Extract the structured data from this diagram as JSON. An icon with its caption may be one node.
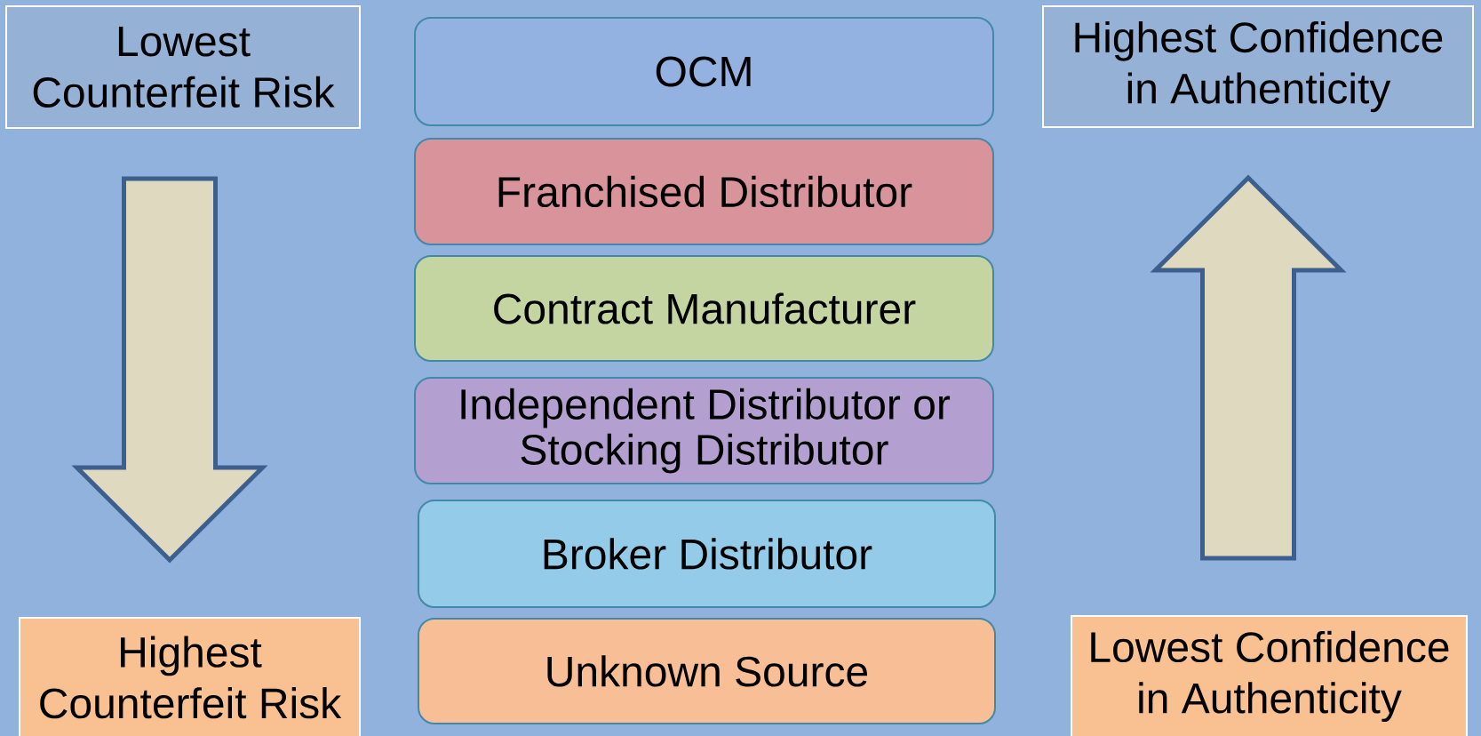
{
  "diagram": {
    "nodes": [
      {
        "text": [
          "Lowest Counterfeit Risk"
        ]
      },
      {
        "text": [
          "OCM"
        ]
      },
      {
        "text": [
          "Highest Confidence in Authenticity"
        ]
      },
      {
        "text": [
          "Franchised Distributor"
        ]
      },
      {
        "text": [
          "Contract Manufacturer"
        ]
      },
      {
        "text": [
          "Independent Distributor or Stocking Distributor"
        ]
      },
      {
        "text": [
          "Broker Distributor"
        ]
      },
      {
        "text": [
          "Highest Counterfeit Risk"
        ]
      },
      {
        "text": [
          "Unknown Source"
        ]
      },
      {
        "text": [
          "Lowest Confidence in Authenticity"
        ]
      }
    ],
    "edges": [
      {
        "from": 0,
        "to": 7,
        "arrow": "to"
      },
      {
        "from": 9,
        "to": 2,
        "arrow": "to"
      }
    ]
  }
}
